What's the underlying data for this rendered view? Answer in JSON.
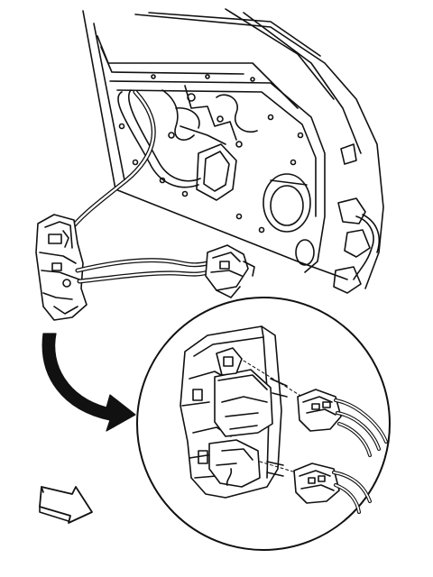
{
  "diagram": {
    "style": "technical line illustration",
    "colors": {
      "line": "#111111",
      "fill": "#ffffff",
      "accent": "#111111"
    },
    "parts": [
      {
        "name": "door-inner-panel",
        "icon": "door-panel"
      },
      {
        "name": "door-latch-module",
        "icon": "latch"
      },
      {
        "name": "wiring-harness",
        "icon": "harness"
      },
      {
        "name": "wire-connector",
        "icon": "connector"
      },
      {
        "name": "detail-callout",
        "icon": "magnify-circle"
      },
      {
        "name": "callout-arrow",
        "icon": "curved-arrow"
      },
      {
        "name": "front-direction-arrow",
        "icon": "direction-arrow"
      }
    ]
  }
}
